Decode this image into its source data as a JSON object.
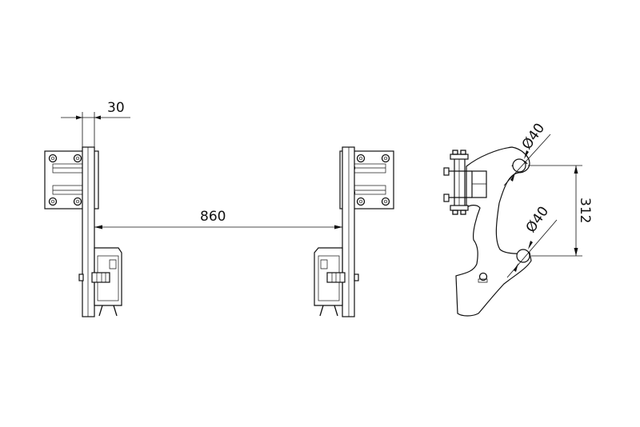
{
  "dimensions": {
    "plate_thickness": "30",
    "plate_spacing": "860",
    "upper_pin_diameter": "Ø40",
    "lower_pin_diameter": "Ø40",
    "pin_center_distance": "312"
  }
}
